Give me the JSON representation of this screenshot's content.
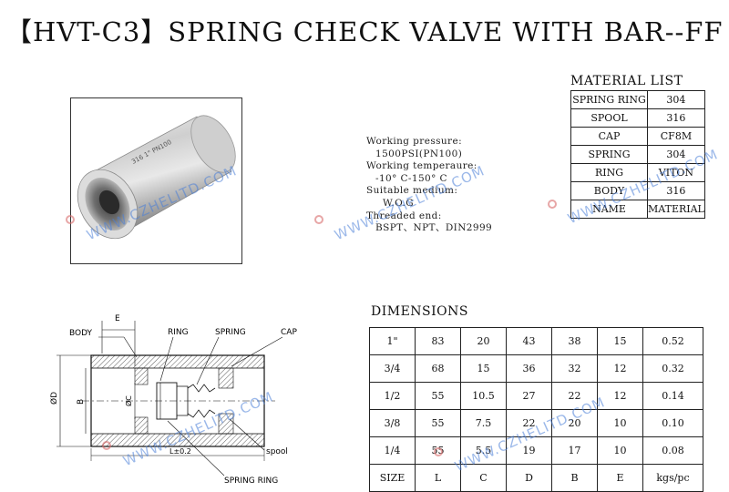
{
  "title": "【HVT-C3】SPRING CHECK VALVE WITH BAR--FF",
  "photo": {
    "engraving": "316 1\" PN100"
  },
  "specs": {
    "pressure_label": "Working pressure:",
    "pressure_value": "1500PSI(PN100)",
    "temperature_label": "Working temperaure:",
    "temperature_value": "-10° C-150° C",
    "medium_label": "Suitable medium:",
    "medium_value": "W.O.G",
    "thread_label": "Threaded end:",
    "thread_value": "BSPT、NPT、DIN2999"
  },
  "material_list": {
    "title": "MATERIAL LIST",
    "rows": [
      [
        "SPRING RING",
        "304"
      ],
      [
        "SPOOL",
        "316"
      ],
      [
        "CAP",
        "CF8M"
      ],
      [
        "SPRING",
        "304"
      ],
      [
        "RING",
        "VITON"
      ],
      [
        "BODY",
        "316"
      ],
      [
        "NAME",
        "MATERIAL"
      ]
    ]
  },
  "dimensions": {
    "title": "DIMENSIONS",
    "rows": [
      [
        "1\"",
        "83",
        "20",
        "43",
        "38",
        "15",
        "0.52"
      ],
      [
        "3/4",
        "68",
        "15",
        "36",
        "32",
        "12",
        "0.32"
      ],
      [
        "1/2",
        "55",
        "10.5",
        "27",
        "22",
        "12",
        "0.14"
      ],
      [
        "3/8",
        "55",
        "7.5",
        "22",
        "20",
        "10",
        "0.10"
      ],
      [
        "1/4",
        "55",
        "5.5",
        "19",
        "17",
        "10",
        "0.08"
      ],
      [
        "SIZE",
        "L",
        "C",
        "D",
        "B",
        "E",
        "kgs/pc"
      ]
    ]
  },
  "drawing": {
    "label_e": "E",
    "label_body": "BODY",
    "label_ring": "RING",
    "label_spring": "SPRING",
    "label_cap": "CAP",
    "label_d": "ØD",
    "label_b": "B",
    "label_c": "ØC",
    "label_l": "L±0.2",
    "label_spool": "spool",
    "label_spring_ring": "SPRING RING"
  },
  "watermark": "WWW.CZHELITD.COM",
  "colors": {
    "watermark": "#4a7fd8",
    "steel_light": "#e6e6e6",
    "steel_dark": "#8a8a8a"
  }
}
